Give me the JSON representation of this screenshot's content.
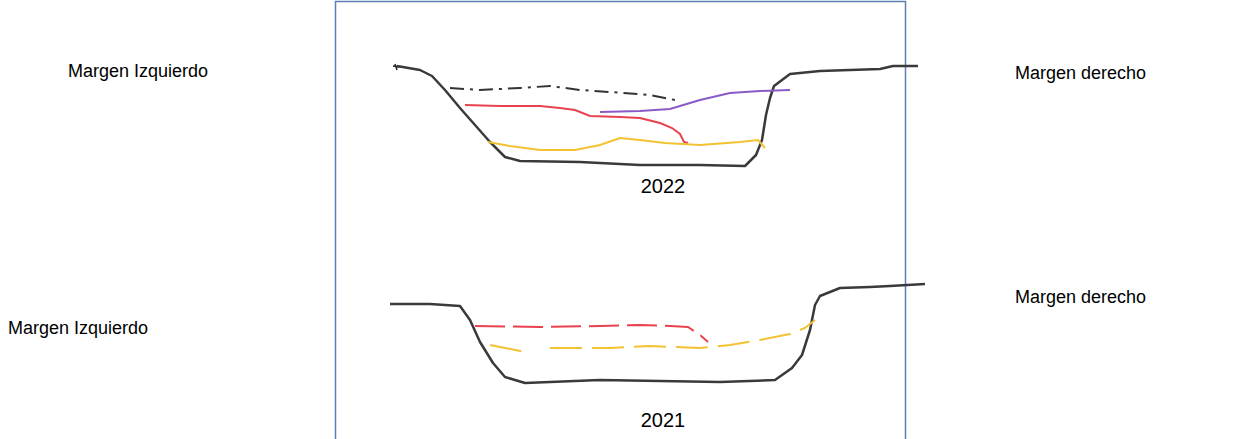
{
  "diagram": {
    "labels": [
      "Margen Izquierdo",
      "Margen derecho",
      "2022",
      "Margen Izquierdo",
      "Margen derecho",
      "2021"
    ]
  }
}
